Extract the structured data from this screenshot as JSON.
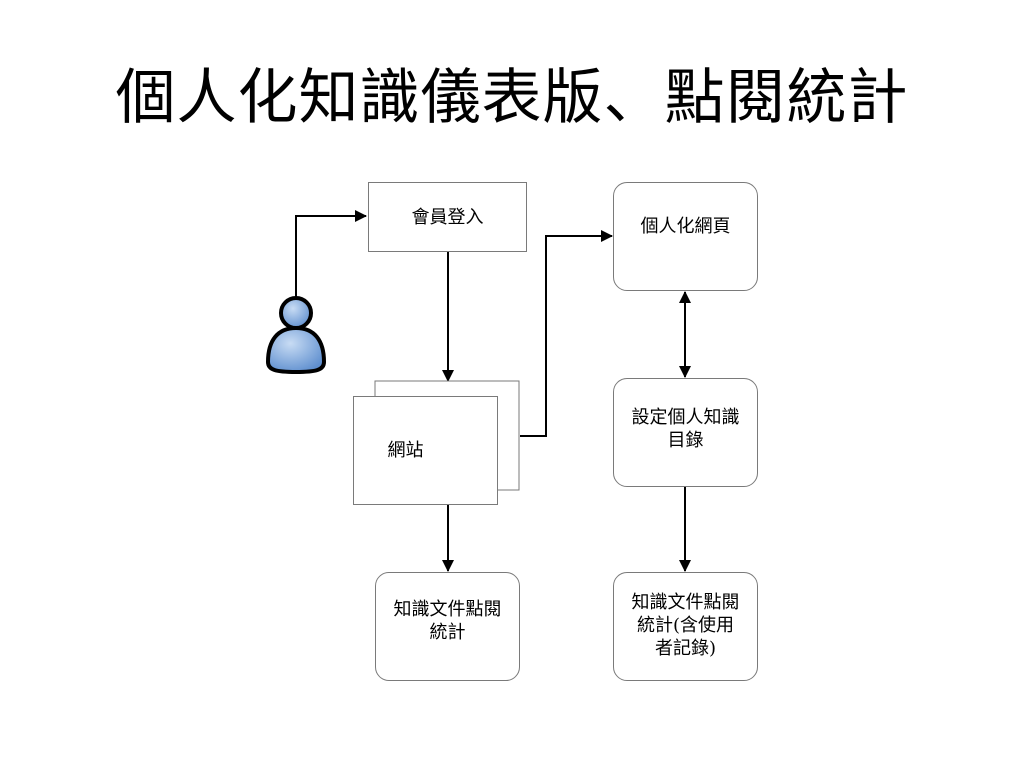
{
  "title": "個人化知識儀表版、點閱統計",
  "nodes": {
    "login": "會員登入",
    "website": "網站",
    "personal_page": "個人化網頁",
    "set_catalog": "設定個人知識\n目錄",
    "doc_stats": "知識文件點閱\n統計",
    "doc_stats_user": "知識文件點閱\n統計(含使用\n者記錄)"
  },
  "icons": {
    "user": "user-icon"
  },
  "colors": {
    "user_fill": "#7ea6d8",
    "user_stroke": "#000000",
    "border": "#7a7a7a"
  }
}
